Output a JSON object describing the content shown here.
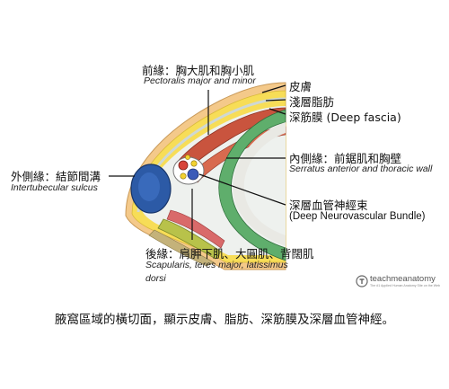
{
  "labels": {
    "anterior_zh": "前緣：胸大肌和胸小肌",
    "anterior_en": "Pectoralis major and minor",
    "skin_zh": "皮膚",
    "fat_zh": "淺層脂肪",
    "fascia": "深筋膜 (Deep fascia)",
    "medial_zh": "內側緣：前鋸肌和胸壁",
    "medial_en": "Serratus anterior and thoracic wall",
    "lateral_zh": "外側緣：結節間溝",
    "lateral_en": "Intertubecular sulcus",
    "bundle_zh": "深層血管神經束",
    "bundle_en": "(Deep Neurovascular Bundle)",
    "posterior_zh": "後緣：肩胛下肌、大圓肌、背闊肌",
    "posterior_en_1": "Scapularis, teres major, latissimus",
    "posterior_en_2": "dorsi"
  },
  "logo": {
    "name": "teachmeanatomy",
    "tagline": "The #1 Applied Human Anatomy Site on the Web",
    "icon": "teachmeanatomy-logo-icon"
  },
  "caption": "腋窩區域的橫切面，顯示皮膚、脂肪、深筋膜及深層血管神經。"
}
